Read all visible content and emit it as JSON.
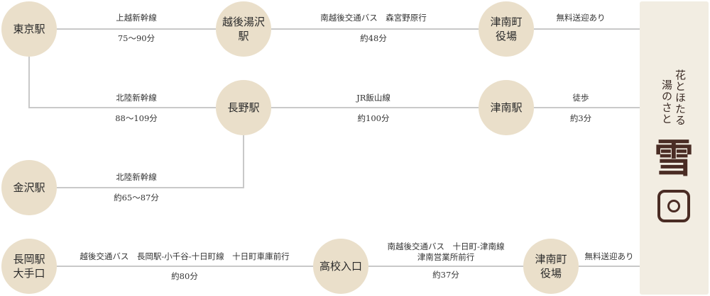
{
  "colors": {
    "node_fill": "#eadfca",
    "line": "#c9c9c9",
    "panel": "#f2ede2",
    "brand": "#4a2c24"
  },
  "nodes": {
    "tokyo": "東京駅",
    "echigo_yuzawa": "越後湯沢\n駅",
    "tsunan_yakuba_1": "津南町\n役場",
    "nagano": "長野駅",
    "tsunan_station": "津南駅",
    "kanazawa": "金沢駅",
    "nagaoka": "長岡駅\n大手口",
    "koko_iriguchi": "高校入口",
    "tsunan_yakuba_2": "津南町\n役場"
  },
  "routes": {
    "tokyo_yuzawa": {
      "line": "上越新幹線",
      "time": "75～90分"
    },
    "yuzawa_tsunan": {
      "line": "南越後交通バス　森宮野原行",
      "time": "約48分"
    },
    "tsunan_hotel_1": {
      "line": "無料送迎あり"
    },
    "tokyo_nagano": {
      "line": "北陸新幹線",
      "time": "88～109分"
    },
    "nagano_tsunan": {
      "line": "JR飯山線",
      "time": "約100分"
    },
    "tsunan_station_hotel": {
      "line": "徒歩",
      "time": "約3分"
    },
    "kanazawa_nagano": {
      "line": "北陸新幹線",
      "time": "約65～87分"
    },
    "nagaoka_koko": {
      "line": "越後交通バス　長岡駅-小千谷-十日町線　十日町車庫前行",
      "time": "約80分"
    },
    "koko_tsunan": {
      "line": "南越後交通バス　十日町-津南線\n津南営業所前行",
      "time": "約37分"
    },
    "tsunan_hotel_2": {
      "line": "無料送迎あり"
    }
  },
  "brand": {
    "tagline_right": "花とほたる",
    "tagline_left": "湯のさと",
    "name": "雪",
    "seal_icon": "seal-icon"
  }
}
